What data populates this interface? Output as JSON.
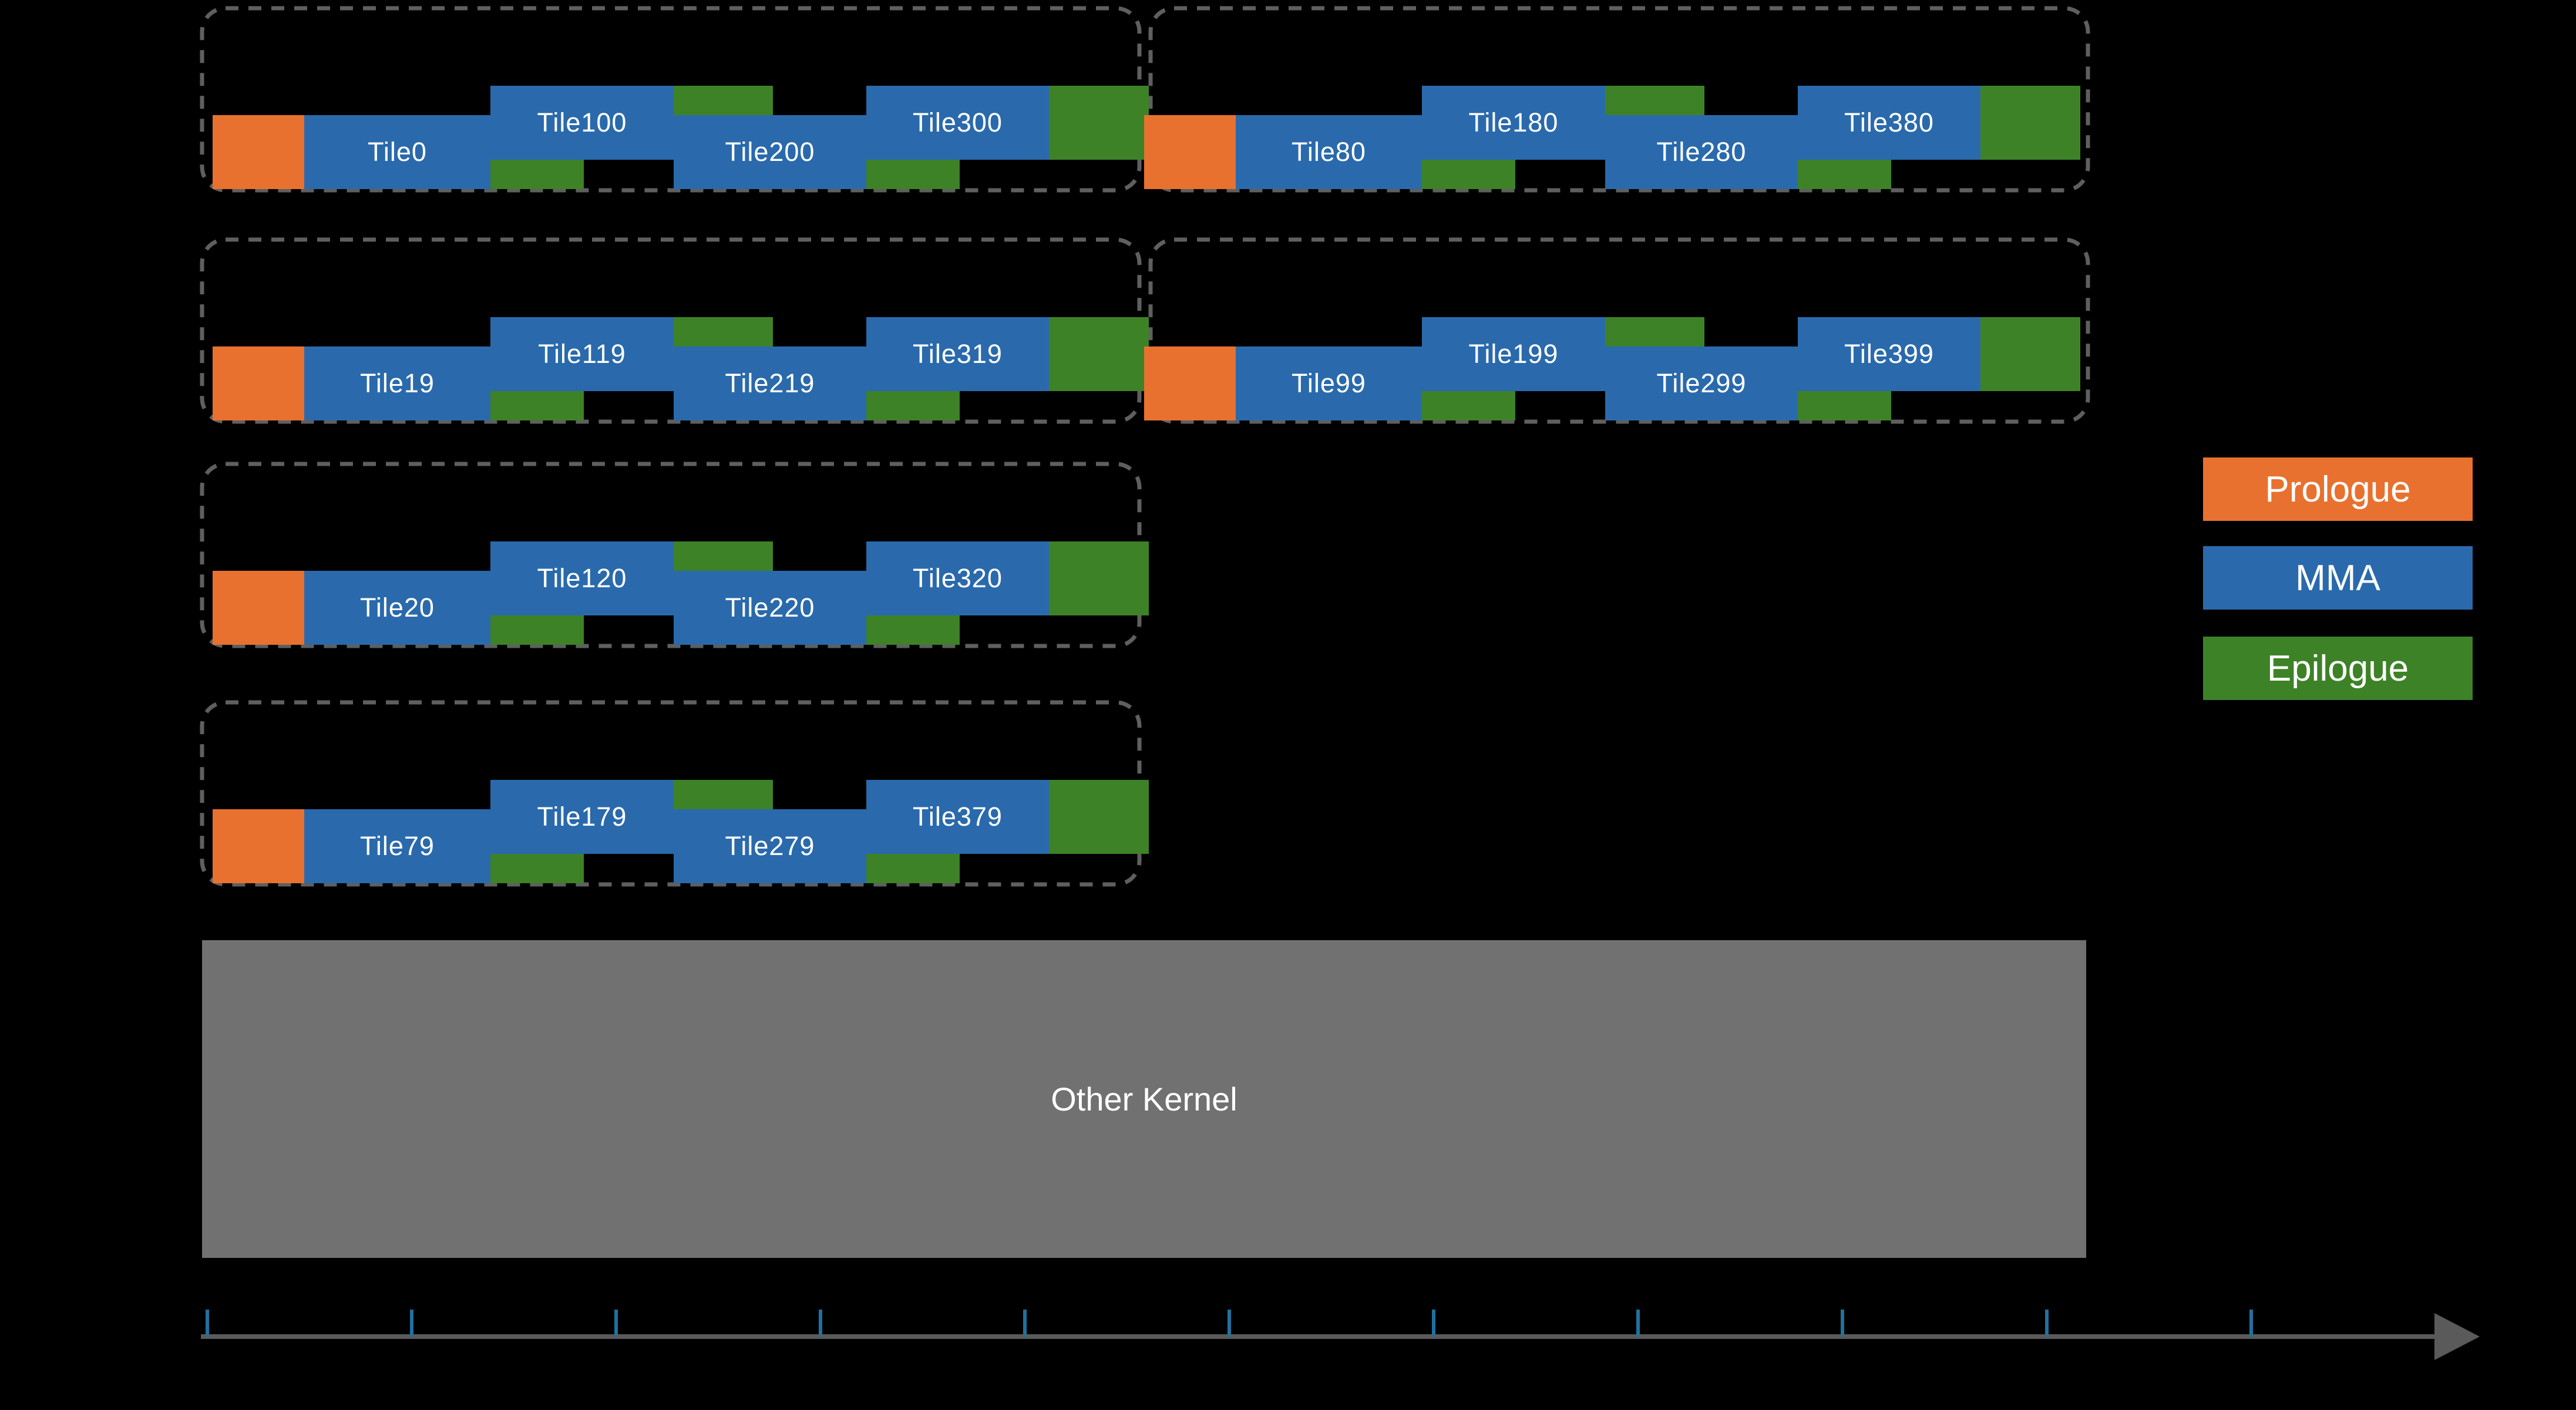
{
  "colors": {
    "background": "#000000",
    "prologue": "#E8712F",
    "mma": "#2A6AAC",
    "epilogue": "#3D8227",
    "other_kernel_fill": "#717171",
    "wave_border": "#5F5F5F",
    "axis_line": "#5A5A5A",
    "axis_tick": "#20719E",
    "label_text": "#FFFFFF"
  },
  "legend": {
    "items": [
      {
        "label": "Prologue",
        "color": "#E8712F"
      },
      {
        "label": "MMA",
        "color": "#2A6AAC"
      },
      {
        "label": "Epilogue",
        "color": "#3D8227"
      }
    ]
  },
  "other_kernel": {
    "label": "Other Kernel"
  },
  "waves": [
    {
      "row": 0,
      "col": "left",
      "tiles": [
        "Tile0",
        "Tile100",
        "Tile200",
        "Tile300"
      ]
    },
    {
      "row": 0,
      "col": "right",
      "tiles": [
        "Tile80",
        "Tile180",
        "Tile280",
        "Tile380"
      ]
    },
    {
      "row": 1,
      "col": "left",
      "tiles": [
        "Tile19",
        "Tile119",
        "Tile219",
        "Tile319"
      ]
    },
    {
      "row": 1,
      "col": "right",
      "tiles": [
        "Tile99",
        "Tile199",
        "Tile299",
        "Tile399"
      ]
    },
    {
      "row": 2,
      "col": "left",
      "tiles": [
        "Tile20",
        "Tile120",
        "Tile220",
        "Tile320"
      ]
    },
    {
      "row": 3,
      "col": "left",
      "tiles": [
        "Tile79",
        "Tile179",
        "Tile279",
        "Tile379"
      ]
    }
  ],
  "axis": {
    "tick_count": 11
  }
}
